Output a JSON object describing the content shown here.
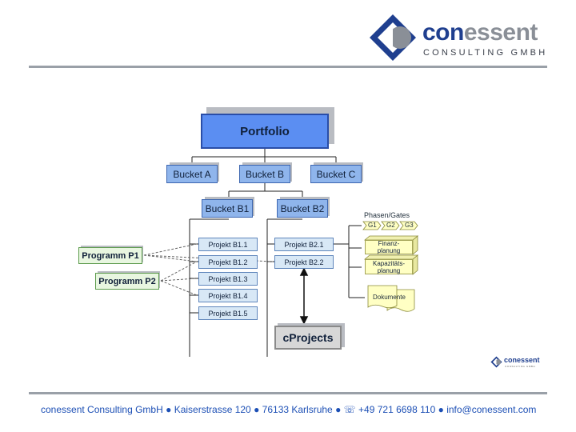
{
  "logo": {
    "word_part1": "con",
    "word_part2": "essent",
    "subtitle": "CONSULTING GMBH",
    "small_word": "conessent",
    "small_sub": "CONSULTING GMBH"
  },
  "diagram": {
    "portfolio": "Portfolio",
    "buckets_top": [
      "Bucket A",
      "Bucket B",
      "Bucket C"
    ],
    "buckets_sub": [
      "Bucket B1",
      "Bucket B2"
    ],
    "projects_b1": [
      "Projekt B1.1",
      "Projekt B1.2",
      "Projekt B1.3",
      "Projekt B1.4",
      "Projekt B1.5"
    ],
    "projects_b2": [
      "Projekt B2.1",
      "Projekt B2.2"
    ],
    "programs": [
      "Programm P1",
      "Programm P2"
    ],
    "cprojects": "cProjects",
    "phases_label": "Phasen/Gates",
    "gates": [
      "G1",
      "G2",
      "G3"
    ],
    "finanz": "Finanz-\nplanung",
    "kapazitaet": "Kapazitäts-\nplanung",
    "dokumente": "Dokumente"
  },
  "footer": {
    "company": "conessent Consulting GmbH",
    "address": "Kaiserstrasse 120",
    "city": "76133 Karlsruhe",
    "phone": "+49 721 6698 110",
    "email": "info@conessent.com",
    "bullet": "●",
    "phone_icon": "☏"
  },
  "colors": {
    "brand_blue": "#1f3f8f",
    "brand_gray": "#8a8f97",
    "footer_blue": "#1c4fb5"
  }
}
